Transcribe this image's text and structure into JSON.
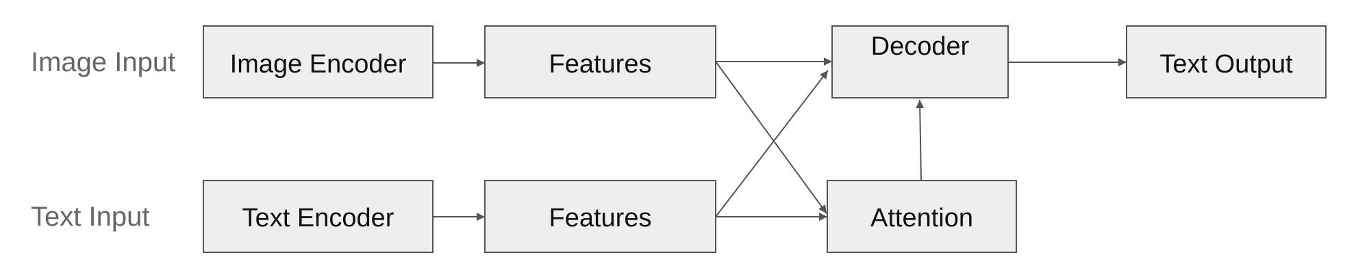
{
  "row_labels": {
    "image": "Image Input",
    "text": "Text Input"
  },
  "nodes": {
    "image_encoder": "Image Encoder",
    "image_features": "Features",
    "decoder": "Decoder",
    "text_output": "Text Output",
    "text_encoder": "Text Encoder",
    "text_features": "Features",
    "attention": "Attention"
  }
}
